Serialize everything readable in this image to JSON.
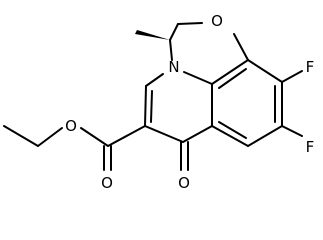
{
  "atoms": {
    "ring_oxygen": "O",
    "ring_nitrogen": "N",
    "fluorine_upper": "F",
    "fluorine_lower": "F",
    "ester_oxygen": "O",
    "ester_carbonyl_oxygen": "O",
    "ketone_oxygen": "O"
  },
  "colors": {
    "bond": "#000000",
    "label": "#000000",
    "background": "#ffffff"
  }
}
